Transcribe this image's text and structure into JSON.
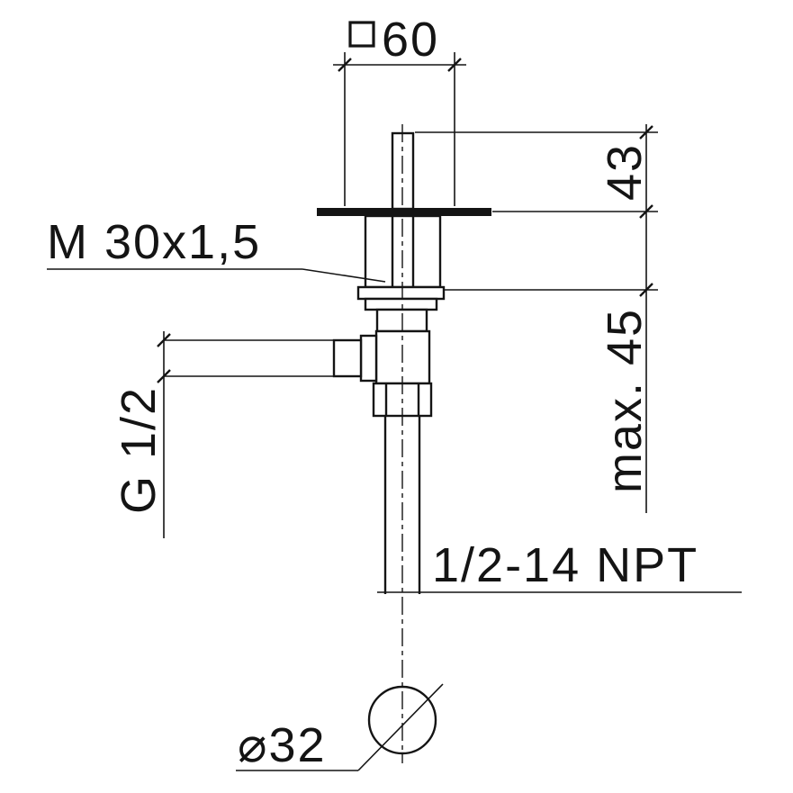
{
  "drawing": {
    "background_color": "#ffffff",
    "line_color": "#141414"
  },
  "labels": {
    "square_width_value": "60",
    "stem_height": "43",
    "top_thread": "M 30x1,5",
    "max_depth": "max. 45",
    "side_thread": "G 1/2",
    "bottom_thread": "1/2-14 NPT",
    "pipe_diameter": "⌀32"
  },
  "icons": {
    "square_symbol": "square-profile-icon"
  }
}
